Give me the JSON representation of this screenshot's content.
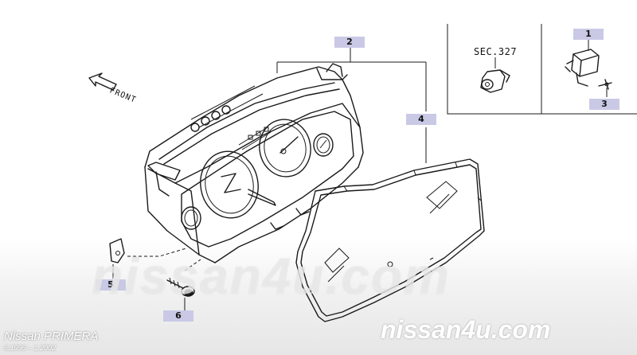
{
  "diagram": {
    "section_ref": "SEC.327",
    "front_label": "FRONT",
    "callouts": [
      "1",
      "2",
      "3",
      "4",
      "5",
      "6"
    ]
  },
  "watermark": {
    "big": "nissan4u.com",
    "small": "nissan4u.com"
  },
  "model": {
    "title": "Nissan PRIMERA",
    "years": "6.1996 – 1.2002"
  }
}
